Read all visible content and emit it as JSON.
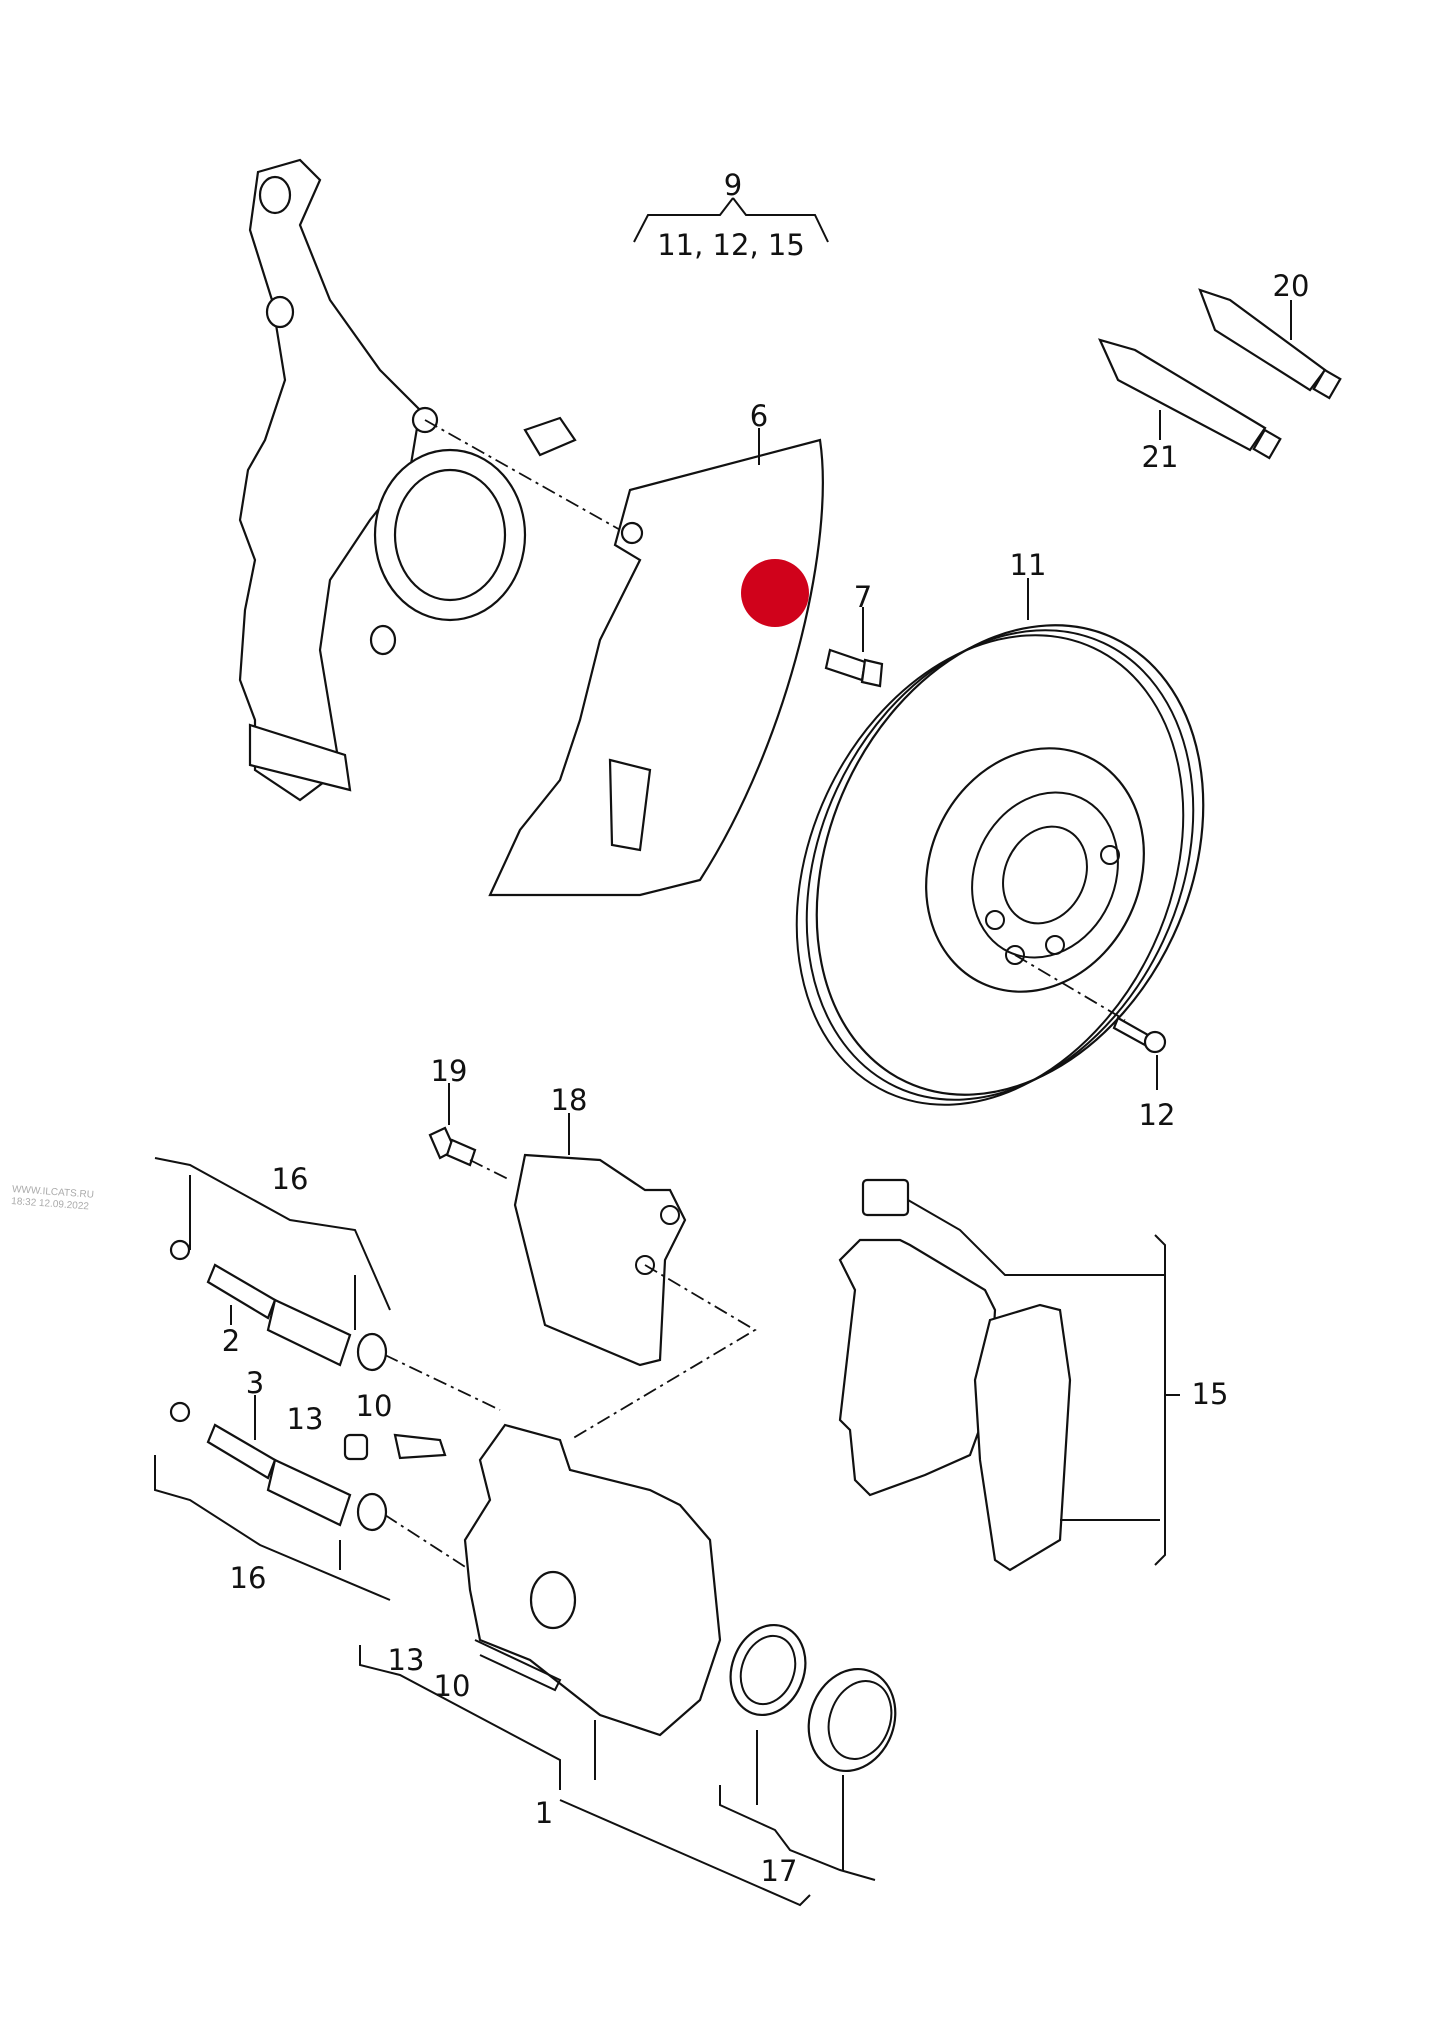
{
  "diagram": {
    "labels": {
      "l9": "9",
      "l9_sub": "11, 12, 15",
      "l20": "20",
      "l21": "21",
      "l6": "6",
      "l7": "7",
      "l11": "11",
      "l12": "12",
      "l19": "19",
      "l18": "18",
      "l16a": "16",
      "l2": "2",
      "l3": "3",
      "l13a": "13",
      "l10a": "10",
      "l15": "15",
      "l16b": "16",
      "l13b": "13",
      "l10b": "10",
      "l1": "1",
      "l17": "17"
    },
    "watermark": {
      "line1": "WWW.ILCATS.RU",
      "line2": "18:32 12.09.2022"
    },
    "marker_color": "#d0021b"
  }
}
